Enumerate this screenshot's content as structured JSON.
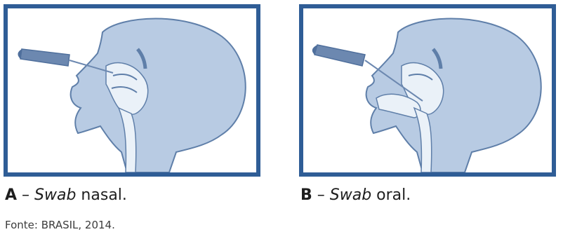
{
  "panels": [
    {
      "letter": "A",
      "dash": " – ",
      "term": "Swab",
      "rest": " nasal."
    },
    {
      "letter": "B",
      "dash": " – ",
      "term": "Swab",
      "rest": " oral."
    }
  ],
  "source": "Fonte: BRASIL, 2014.",
  "colors": {
    "frame": "#2f5d96",
    "head_fill": "#b8cbe3",
    "head_stroke": "#5f7fa9",
    "cavity": "#eaf1f8",
    "swab_tip": "#4f6f9c",
    "swab_handle": "#6c88b0"
  }
}
